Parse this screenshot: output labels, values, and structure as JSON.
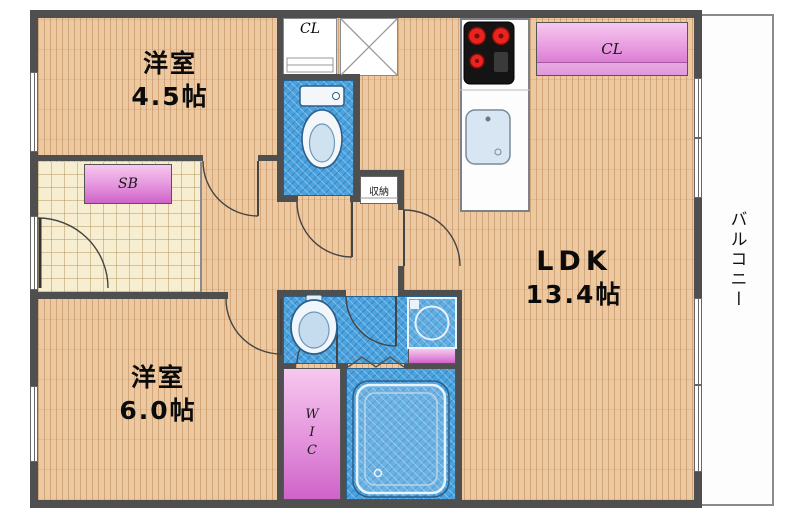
{
  "plan": {
    "room_small": {
      "name": "洋室",
      "area": "4.5帖"
    },
    "room_large": {
      "name": "洋室",
      "area": "6.0帖"
    },
    "ldk": {
      "name": "LDK",
      "area": "13.4帖"
    },
    "balcony_label": "バルコニー",
    "closet_top_label": "CL",
    "closet_right_label": "CL",
    "shoebox_label": "SB",
    "wic_label": "WIC",
    "storage_label": "収納"
  },
  "colors": {
    "wall": "#4f4f4f",
    "wood_floor": "#ecc9a0",
    "wet_area_blue": "#4aa2de",
    "closet_pink": "#e493dc",
    "entrance_tile": "#f7eed2",
    "burner_red": "#e8241f"
  }
}
